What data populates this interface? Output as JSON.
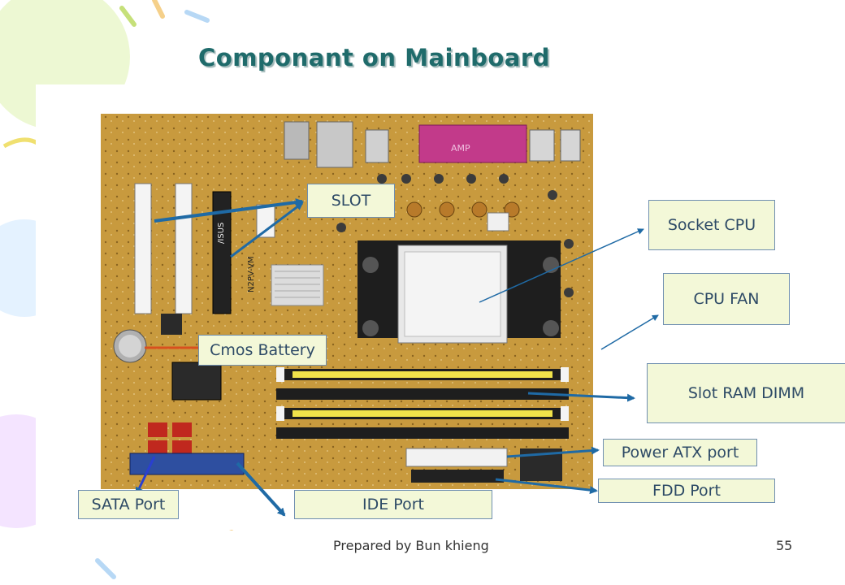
{
  "slide": {
    "title": "Componant on Mainboard",
    "footer": "Prepared by Bun khieng",
    "page_number": "55"
  },
  "labels": {
    "slot": "SLOT",
    "socket_cpu": "Socket CPU",
    "cpu_fan": "CPU FAN",
    "cmos_battery": "Cmos Battery",
    "slot_ram": "Slot RAM DIMM",
    "power_atx": "Power ATX port",
    "fdd_port": "FDD Port",
    "sata_port": "SATA Port",
    "ide_port": "IDE Port"
  },
  "board_markings": {
    "amp": "AMP",
    "asus": "/ISUS",
    "model": "N2PV-VM"
  },
  "colors": {
    "title": "#1f6b6b",
    "label_bg": "#f3f8d8",
    "label_border": "#6f8fb0",
    "arrow": "#1f6aa5",
    "board": "#c89a3e"
  }
}
